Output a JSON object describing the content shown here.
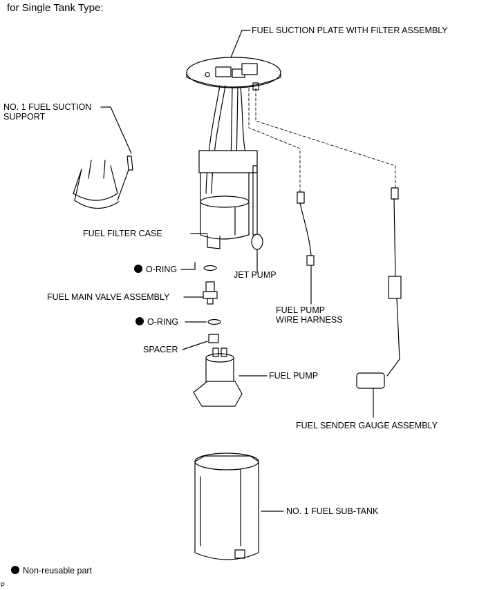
{
  "heading": "for Single Tank Type:",
  "labels": {
    "suction_plate": "FUEL SUCTION PLATE WITH FILTER ASSEMBLY",
    "suction_support": "NO. 1 FUEL SUCTION\nSUPPORT",
    "filter_case": "FUEL FILTER CASE",
    "oring_1": "O-RING",
    "jet_pump": "JET PUMP",
    "main_valve": "FUEL MAIN VALVE ASSEMBLY",
    "wire_harness": "FUEL PUMP\nWIRE HARNESS",
    "oring_2": "O-RING",
    "spacer": "SPACER",
    "fuel_pump": "FUEL PUMP",
    "sender_gauge": "FUEL SENDER GAUGE ASSEMBLY",
    "sub_tank": "NO. 1 FUEL SUB-TANK"
  },
  "legend": {
    "symbol": "filled-circle",
    "text": "Non-reusable part"
  },
  "corner_mark": "P"
}
